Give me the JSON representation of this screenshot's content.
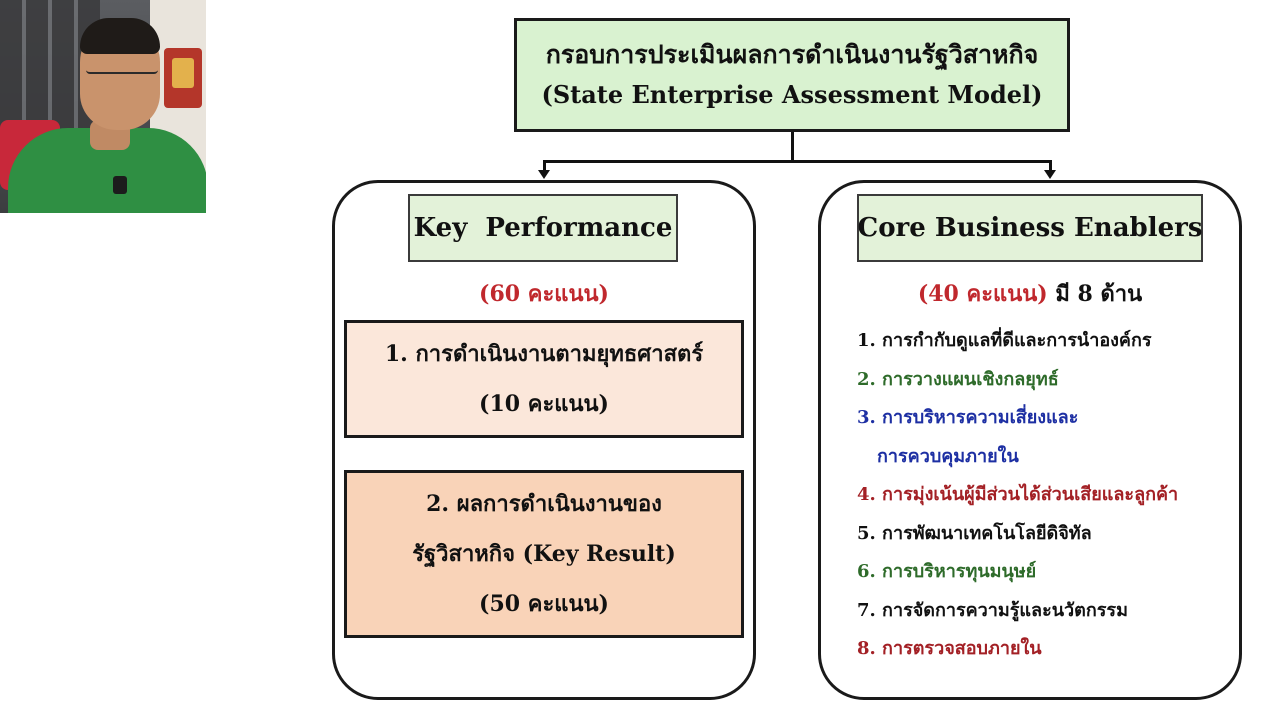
{
  "title": {
    "thai": "กรอบการประเมินผลการดำเนินงานรัฐวิสาหกิจ",
    "english": "(State Enterprise Assessment Model)"
  },
  "left": {
    "header": "Key  Performance",
    "score": "(60 คะแนน)",
    "item1": {
      "line1": "1. การดำเนินงานตามยุทธศาสตร์",
      "line2": "(10 คะแนน)"
    },
    "item2": {
      "line1": "2. ผลการดำเนินงานของ",
      "line2": "รัฐวิสาหกิจ (Key Result)",
      "line3": "(50 คะแนน)"
    }
  },
  "right": {
    "header": "Core Business Enablers",
    "score": "(40 คะแนน)",
    "score_suffix": "มี 8 ด้าน",
    "items": [
      {
        "text": "1. การกำกับดูแลที่ดีและการนำองค์กร",
        "color": "#111111"
      },
      {
        "text": "2. การวางแผนเชิงกลยุทธ์",
        "color": "#2e6b2a"
      },
      {
        "text": "3. การบริหารความเสี่ยงและ",
        "color": "#1d2fa3"
      },
      {
        "text": "การควบคุมภายใน",
        "color": "#1d2fa3"
      },
      {
        "text": "4. การมุ่งเน้นผู้มีส่วนได้ส่วนเสียและลูกค้า",
        "color": "#a32025"
      },
      {
        "text": "5. การพัฒนาเทคโนโลยีดิจิทัล",
        "color": "#111111"
      },
      {
        "text": "6. การบริหารทุนมนุษย์",
        "color": "#2e6b2a"
      },
      {
        "text": "7. การจัดการความรู้และนวัตกรรม",
        "color": "#111111"
      },
      {
        "text": "8. การตรวจสอบภายใน",
        "color": "#a32025"
      }
    ]
  }
}
